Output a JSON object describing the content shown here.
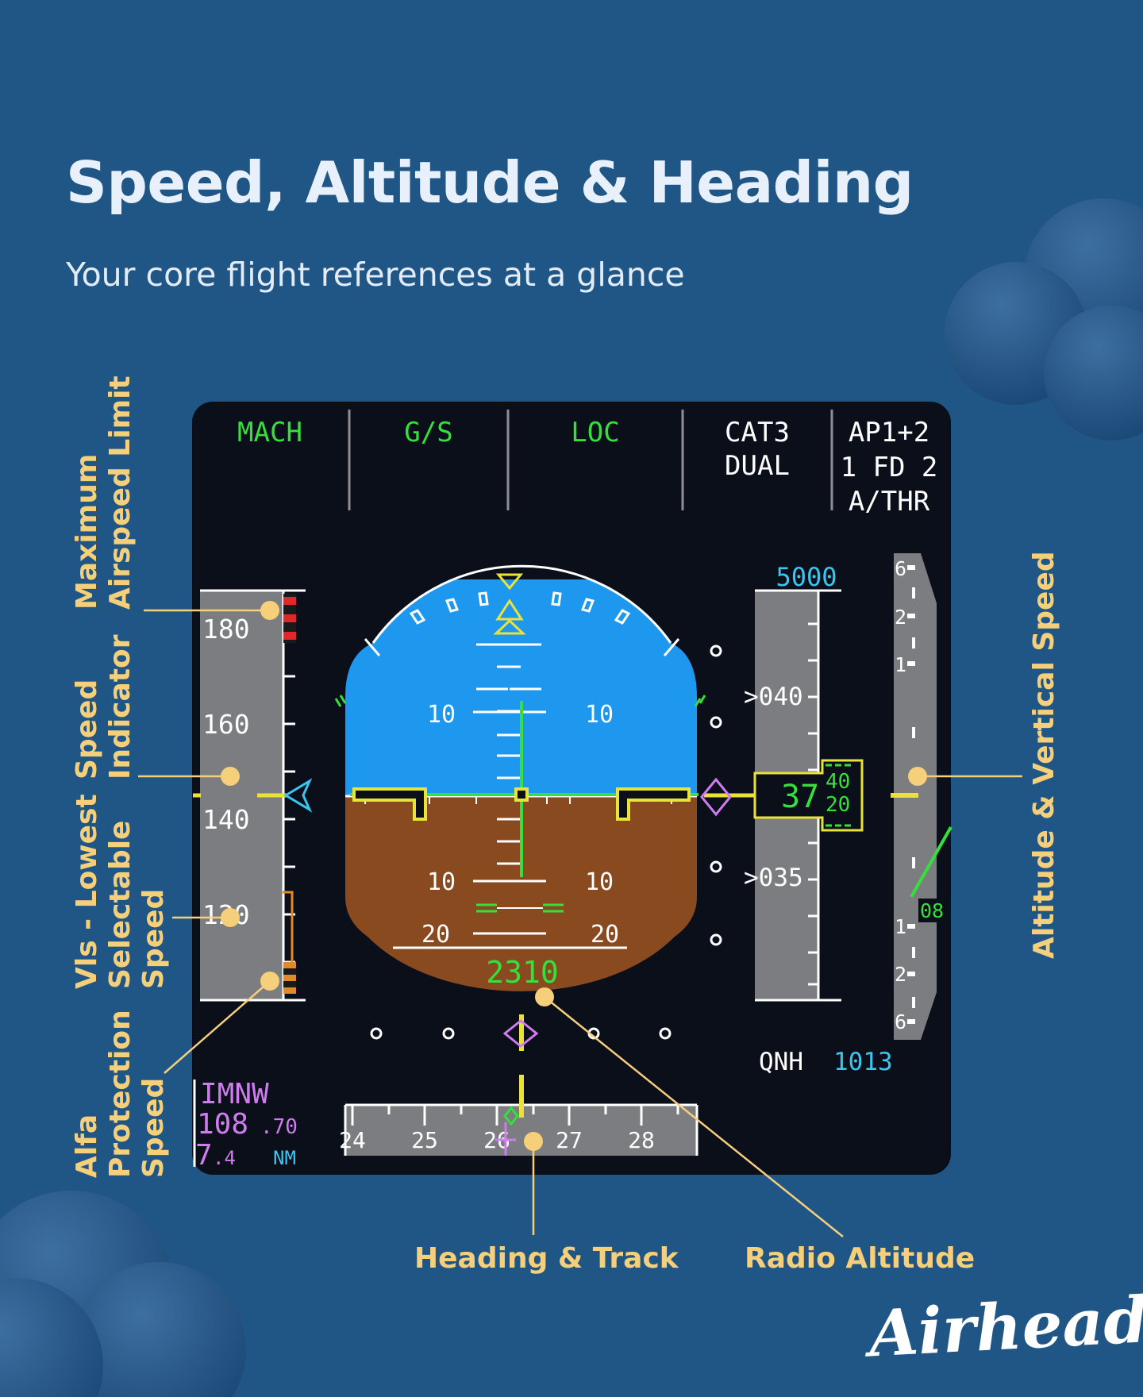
{
  "header": {
    "title": "Speed, Altitude & Heading",
    "subtitle": "Your core flight references at a glance"
  },
  "fma": {
    "col1": "MACH",
    "col2": "G/S",
    "col3": "LOC",
    "col4_line1": "CAT3",
    "col4_line2": "DUAL",
    "col5_line1": "AP1+2",
    "col5_line2": "1 FD 2",
    "col5_line3": "A/THR"
  },
  "speed_tape": {
    "label_180": "180",
    "label_160": "160",
    "label_140": "140",
    "label_120": "120"
  },
  "attitude": {
    "pitch_10": "10",
    "pitch_20": "20",
    "radio_altitude": "2310"
  },
  "altitude_tape": {
    "selected_altitude": "5000",
    "label_040": ">040",
    "label_035": ">035",
    "current_big": "37",
    "current_roll_top": "40",
    "current_roll_bottom": "20",
    "qnh_label": "QNH",
    "qnh_value": "1013"
  },
  "vs_scale": {
    "up_6": "6",
    "up_2": "2",
    "up_1": "1",
    "down_1": "1",
    "down_2": "2",
    "down_6": "6",
    "vs_readout": "08"
  },
  "heading": {
    "labels": [
      "24",
      "25",
      "26",
      "27",
      "28"
    ]
  },
  "nav": {
    "ident": "IMNW",
    "freq_main": "108",
    "freq_dec": ".70",
    "dist_main": "7",
    "dist_dec": ".4",
    "dist_unit": "NM"
  },
  "callouts": {
    "max_airspeed_line1": "Maximum",
    "max_airspeed_line2": "Airspeed Limit",
    "speed_indicator_line1": "Speed",
    "speed_indicator_line2": "Indicator",
    "vls_line1": "Vls - Lowest",
    "vls_line2": "Selectable",
    "vls_line3": "Speed",
    "alfa_line1": "Alfa",
    "alfa_line2": "Protection",
    "alfa_line3": "Speed",
    "alt_vs": "Altitude & Vertical Speed",
    "heading_track": "Heading & Track",
    "radio_altitude": "Radio Altitude"
  },
  "brand": {
    "logo": "Airhead"
  },
  "colors": {
    "background": "#205686",
    "display": "#0a0f1a",
    "sky": "#1e97ee",
    "ground": "#8a4a20",
    "pfd_green": "#35e03a",
    "pfd_cyan": "#39c6f0",
    "pfd_yellow": "#e8e23a",
    "pfd_magenta": "#d07cf0",
    "callout": "#f6cf7a"
  }
}
